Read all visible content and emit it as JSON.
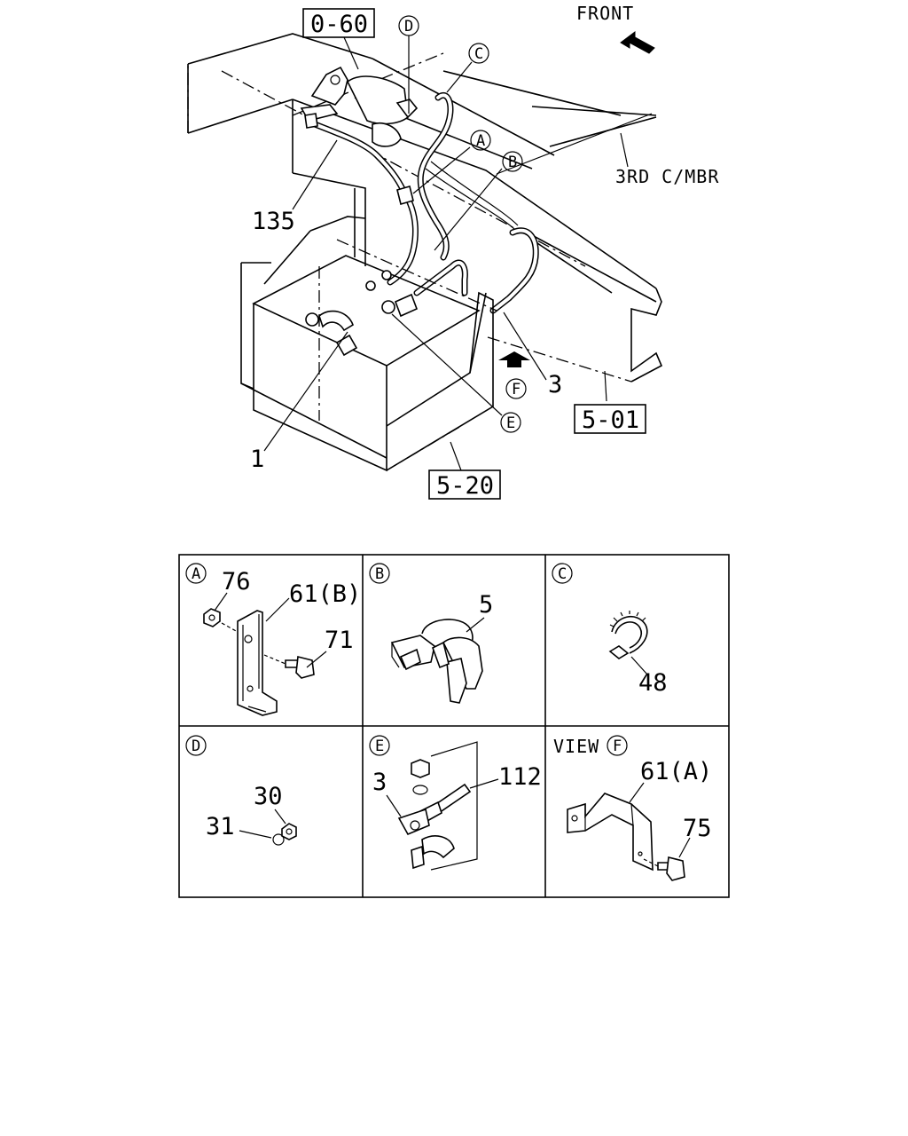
{
  "main_view": {
    "direction_label": "FRONT",
    "crossmember_label": "3RD C/MBR",
    "ref_boxes": {
      "starter": "0-60",
      "frame": "5-01",
      "bracket": "5-20"
    },
    "callouts": {
      "harness": "135",
      "battery": "1",
      "cable": "3",
      "A": "A",
      "B": "B",
      "C": "C",
      "D": "D",
      "E": "E",
      "F": "F"
    }
  },
  "detail_panels": {
    "A": {
      "tag": "A",
      "labels": [
        "76",
        "61(B)",
        "71"
      ]
    },
    "B": {
      "tag": "B",
      "labels": [
        "5"
      ]
    },
    "C": {
      "tag": "C",
      "labels": [
        "48"
      ]
    },
    "D": {
      "tag": "D",
      "labels": [
        "30",
        "31"
      ]
    },
    "E": {
      "tag": "E",
      "labels": [
        "3",
        "112"
      ]
    },
    "F": {
      "view_prefix": "VIEW",
      "tag": "F",
      "labels": [
        "61(A)",
        "75"
      ]
    }
  }
}
